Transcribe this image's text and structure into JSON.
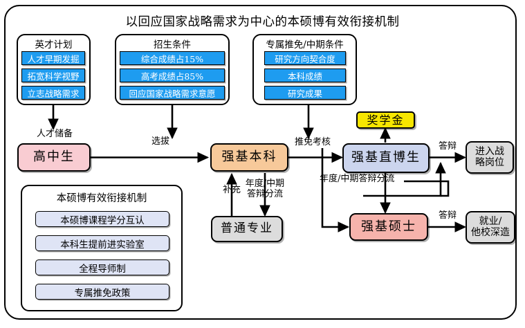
{
  "title": "以回应国家战略需求为中心的本硕博有效衔接机制",
  "panels": {
    "talent_plan": {
      "title": "英才计划",
      "items": [
        "人才早期发掘",
        "拓宽科学视野",
        "立志战略需求"
      ]
    },
    "admission": {
      "title": "招生条件",
      "items": [
        "综合成绩占15%",
        "高考成绩占85%",
        "回应国家战略需求意愿"
      ]
    },
    "recommend": {
      "title": "专属推免/中期条件",
      "items": [
        "研究方向契合度",
        "本科成绩",
        "研究成果"
      ]
    },
    "linkage": {
      "title": "本硕博有效衔接机制",
      "items": [
        "本硕博课程学分互认",
        "本科生提前进实验室",
        "全程导师制",
        "专属推免政策"
      ]
    }
  },
  "nodes": {
    "highschool": "高中生",
    "undergrad": "强基本科",
    "normal_major": "普通专业",
    "direct_phd": "强基直博生",
    "master": "强基硕士",
    "scholarship": "奖学金",
    "strategic_post": "进入战\n略岗位",
    "employment": "就业/\n他校深造"
  },
  "edge_labels": {
    "talent_reserve": "人才储备",
    "selection": "选拔",
    "recommend_exam": "推免考核",
    "supplement": "补充",
    "annual_midterm_split_1": "年度/中期\n答辩分流",
    "annual_midterm_split_2": "年度/中期答辩分流",
    "defense_1": "答辩",
    "defense_2": "答辩"
  },
  "colors": {
    "chip_blue": "#1e9cf0",
    "chip_lavender": "#dfe4f5",
    "node_pink": "#f9ccd2",
    "node_orange": "#f7c99a",
    "node_blue": "#ccd5ee",
    "node_salmon": "#f6b3ac",
    "node_yellow": "#f7e600",
    "node_grey": "#dcdcdc",
    "stroke": "#000000"
  }
}
